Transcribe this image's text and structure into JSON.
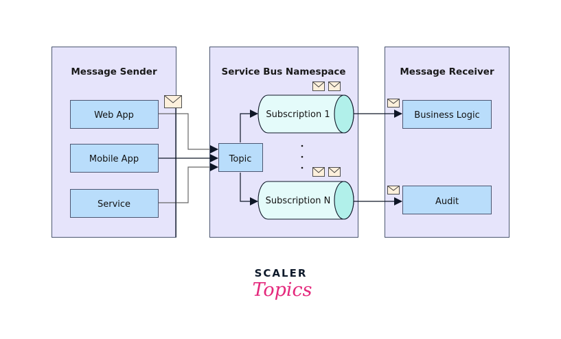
{
  "diagram": {
    "colors": {
      "panel_fill": "#e6e4fb",
      "panel_stroke": "#4a5570",
      "box_fill": "#b9ddfb",
      "box_stroke": "#4a5570",
      "cylinder_fill": "#e4fbfa",
      "cylinder_cap": "#b1f0ea",
      "envelope_fill": "#fdf0dc",
      "line": "#0e1626",
      "logo_dark": "#0e1a2b",
      "logo_pink": "#e4287c"
    },
    "panels": {
      "sender": {
        "title": "Message Sender"
      },
      "namespace": {
        "title": "Service Bus Namespace"
      },
      "receiver": {
        "title": "Message Receiver"
      }
    },
    "sender_nodes": [
      {
        "id": "web-app",
        "label": "Web App"
      },
      {
        "id": "mobile-app",
        "label": "Mobile App"
      },
      {
        "id": "service",
        "label": "Service"
      }
    ],
    "topic": {
      "label": "Topic"
    },
    "subscriptions": [
      {
        "id": "subscription-1",
        "label": "Subscription 1"
      },
      {
        "id": "subscription-n",
        "label": "Subscription N"
      }
    ],
    "ellipsis": "...",
    "receiver_nodes": [
      {
        "id": "business-logic",
        "label": "Business Logic"
      },
      {
        "id": "audit",
        "label": "Audit"
      }
    ],
    "edges": [
      {
        "from": "Web App",
        "to": "Topic"
      },
      {
        "from": "Mobile App",
        "to": "Topic"
      },
      {
        "from": "Service",
        "to": "Topic"
      },
      {
        "from": "Topic",
        "to": "Subscription 1"
      },
      {
        "from": "Topic",
        "to": "Subscription N"
      },
      {
        "from": "Subscription 1",
        "to": "Business Logic"
      },
      {
        "from": "Subscription N",
        "to": "Audit"
      }
    ],
    "message_icon": "envelope-icon"
  },
  "logo": {
    "line1": "SCALER",
    "line2": "Topics"
  }
}
